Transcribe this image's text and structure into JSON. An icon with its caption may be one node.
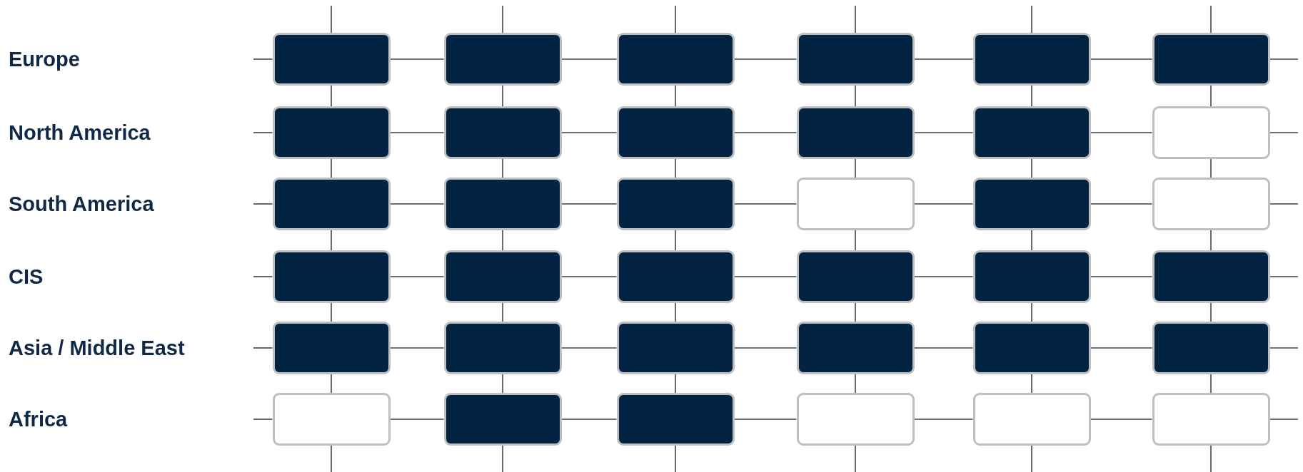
{
  "diagram": {
    "nodes": [
      {
        "text": [],
        "shape": "block"
      },
      {
        "text": [],
        "shape": "block"
      },
      {
        "text": [],
        "shape": "block"
      },
      {
        "text": [],
        "shape": "block"
      },
      {
        "text": [],
        "shape": "block"
      },
      {
        "text": [],
        "shape": "block"
      },
      {
        "text": [],
        "shape": "block"
      },
      {
        "text": [],
        "shape": "block"
      },
      {
        "text": [],
        "shape": "block"
      },
      {
        "text": [],
        "shape": "block"
      },
      {
        "text": [],
        "shape": "block"
      },
      {
        "text": [],
        "shape": "box"
      },
      {
        "text": [],
        "shape": "block"
      },
      {
        "text": [],
        "shape": "block"
      },
      {
        "text": [],
        "shape": "block"
      },
      {
        "text": [],
        "shape": "box"
      },
      {
        "text": [],
        "shape": "block"
      },
      {
        "text": [],
        "shape": "box"
      },
      {
        "text": [],
        "shape": "block"
      },
      {
        "text": [],
        "shape": "block"
      },
      {
        "text": [],
        "shape": "block"
      },
      {
        "text": [],
        "shape": "block"
      },
      {
        "text": [],
        "shape": "block"
      },
      {
        "text": [],
        "shape": "block"
      },
      {
        "text": [],
        "shape": "block"
      },
      {
        "text": [],
        "shape": "block"
      },
      {
        "text": [],
        "shape": "block"
      },
      {
        "text": [],
        "shape": "block"
      },
      {
        "text": [],
        "shape": "block"
      },
      {
        "text": [],
        "shape": "block"
      },
      {
        "text": [],
        "shape": "box"
      },
      {
        "text": [],
        "shape": "block"
      },
      {
        "text": [],
        "shape": "block"
      },
      {
        "text": [],
        "shape": "box"
      },
      {
        "text": [],
        "shape": "box"
      },
      {
        "text": [],
        "shape": "box"
      }
    ],
    "edges": [
      {
        "from": null,
        "to": 0,
        "arrow": "none"
      },
      {
        "from": 0,
        "to": 1,
        "arrow": "none"
      },
      {
        "from": 1,
        "to": 2,
        "arrow": "none"
      },
      {
        "from": 2,
        "to": 3,
        "arrow": "none"
      },
      {
        "from": 3,
        "to": 4,
        "arrow": "none"
      },
      {
        "from": 4,
        "to": 5,
        "arrow": "none"
      },
      {
        "from": 5,
        "to": null,
        "arrow": "none"
      },
      {
        "from": null,
        "to": 6,
        "arrow": "none"
      },
      {
        "from": 6,
        "to": 7,
        "arrow": "none"
      },
      {
        "from": 7,
        "to": 8,
        "arrow": "none"
      },
      {
        "from": 8,
        "to": 9,
        "arrow": "none"
      },
      {
        "from": 9,
        "to": 10,
        "arrow": "none"
      },
      {
        "from": 10,
        "to": 11,
        "arrow": "none"
      },
      {
        "from": 11,
        "to": null,
        "arrow": "none"
      },
      {
        "from": null,
        "to": 12,
        "arrow": "none"
      },
      {
        "from": 12,
        "to": 13,
        "arrow": "none"
      },
      {
        "from": 13,
        "to": 14,
        "arrow": "none"
      },
      {
        "from": 14,
        "to": 15,
        "arrow": "none"
      },
      {
        "from": 15,
        "to": 16,
        "arrow": "none"
      },
      {
        "from": 16,
        "to": 17,
        "arrow": "none"
      },
      {
        "from": 17,
        "to": null,
        "arrow": "none"
      },
      {
        "from": null,
        "to": 18,
        "arrow": "none"
      },
      {
        "from": 18,
        "to": 19,
        "arrow": "none"
      },
      {
        "from": 19,
        "to": 20,
        "arrow": "none"
      },
      {
        "from": 20,
        "to": 21,
        "arrow": "none"
      },
      {
        "from": 21,
        "to": 22,
        "arrow": "none"
      },
      {
        "from": 22,
        "to": 23,
        "arrow": "none"
      },
      {
        "from": 23,
        "to": null,
        "arrow": "none"
      },
      {
        "from": null,
        "to": 24,
        "arrow": "none"
      },
      {
        "from": 24,
        "to": 25,
        "arrow": "none"
      },
      {
        "from": 25,
        "to": 26,
        "arrow": "none"
      },
      {
        "from": 26,
        "to": 27,
        "arrow": "none"
      },
      {
        "from": 27,
        "to": 28,
        "arrow": "none"
      },
      {
        "from": 28,
        "to": 29,
        "arrow": "none"
      },
      {
        "from": 29,
        "to": null,
        "arrow": "none"
      },
      {
        "from": null,
        "to": 30,
        "arrow": "none"
      },
      {
        "from": 30,
        "to": 31,
        "arrow": "none"
      },
      {
        "from": 31,
        "to": 32,
        "arrow": "none"
      },
      {
        "from": 32,
        "to": 33,
        "arrow": "none"
      },
      {
        "from": 33,
        "to": 34,
        "arrow": "none"
      },
      {
        "from": 34,
        "to": 35,
        "arrow": "none"
      },
      {
        "from": 35,
        "to": null,
        "arrow": "none"
      },
      {
        "from": null,
        "to": 0,
        "arrow": "none"
      },
      {
        "from": 0,
        "to": 6,
        "arrow": "none"
      },
      {
        "from": 6,
        "to": 12,
        "arrow": "none"
      },
      {
        "from": 12,
        "to": 18,
        "arrow": "none"
      },
      {
        "from": 18,
        "to": 24,
        "arrow": "none"
      },
      {
        "from": 24,
        "to": 30,
        "arrow": "none"
      },
      {
        "from": 30,
        "to": null,
        "arrow": "none"
      },
      {
        "from": null,
        "to": 1,
        "arrow": "none"
      },
      {
        "from": 1,
        "to": 7,
        "arrow": "none"
      },
      {
        "from": 7,
        "to": 13,
        "arrow": "none"
      },
      {
        "from": 13,
        "to": 19,
        "arrow": "none"
      },
      {
        "from": 19,
        "to": 25,
        "arrow": "none"
      },
      {
        "from": 25,
        "to": 31,
        "arrow": "none"
      },
      {
        "from": 31,
        "to": null,
        "arrow": "none"
      },
      {
        "from": null,
        "to": 2,
        "arrow": "none"
      },
      {
        "from": 2,
        "to": 8,
        "arrow": "none"
      },
      {
        "from": 8,
        "to": 14,
        "arrow": "none"
      },
      {
        "from": 14,
        "to": 20,
        "arrow": "none"
      },
      {
        "from": 20,
        "to": 26,
        "arrow": "none"
      },
      {
        "from": 26,
        "to": 32,
        "arrow": "none"
      },
      {
        "from": 32,
        "to": null,
        "arrow": "none"
      },
      {
        "from": null,
        "to": 3,
        "arrow": "none"
      },
      {
        "from": 3,
        "to": 9,
        "arrow": "none"
      },
      {
        "from": 9,
        "to": 15,
        "arrow": "none"
      },
      {
        "from": 15,
        "to": 21,
        "arrow": "none"
      },
      {
        "from": 21,
        "to": 27,
        "arrow": "none"
      },
      {
        "from": 27,
        "to": 33,
        "arrow": "none"
      },
      {
        "from": 33,
        "to": null,
        "arrow": "none"
      },
      {
        "from": null,
        "to": 4,
        "arrow": "none"
      },
      {
        "from": 4,
        "to": 10,
        "arrow": "none"
      },
      {
        "from": 10,
        "to": 16,
        "arrow": "none"
      },
      {
        "from": 16,
        "to": 22,
        "arrow": "none"
      },
      {
        "from": 22,
        "to": 28,
        "arrow": "none"
      },
      {
        "from": 28,
        "to": 34,
        "arrow": "none"
      },
      {
        "from": 34,
        "to": null,
        "arrow": "none"
      },
      {
        "from": null,
        "to": 5,
        "arrow": "none"
      },
      {
        "from": 5,
        "to": 11,
        "arrow": "none"
      },
      {
        "from": 11,
        "to": 17,
        "arrow": "none"
      },
      {
        "from": 17,
        "to": 23,
        "arrow": "none"
      },
      {
        "from": 23,
        "to": 29,
        "arrow": "none"
      },
      {
        "from": 29,
        "to": 35,
        "arrow": "none"
      },
      {
        "from": 35,
        "to": null,
        "arrow": "none"
      }
    ],
    "labels": [
      "Europe",
      "North America",
      "South America",
      "CIS",
      "Asia / Middle East",
      "Africa"
    ]
  }
}
